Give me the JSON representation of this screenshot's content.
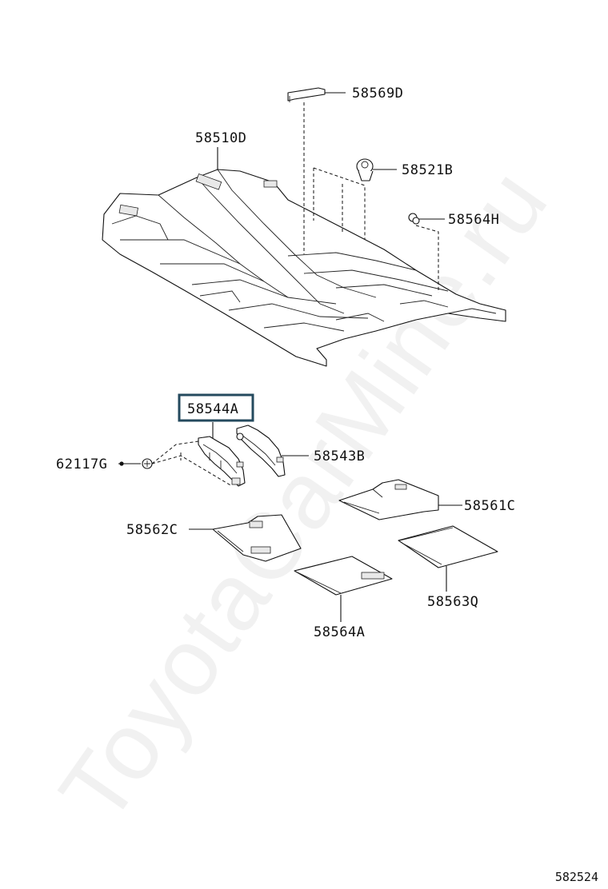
{
  "watermark": "ToyotaCarMine.ru",
  "figure_code": "582524",
  "parts": {
    "p58569D": "58569D",
    "p58510D": "58510D",
    "p58521B": "58521B",
    "p58564H": "58564H",
    "p58544A": "58544A",
    "p62117G": "62117G",
    "p58543B": "58543B",
    "p58561C": "58561C",
    "p58562C": "58562C",
    "p58563Q": "58563Q",
    "p58564A": "58564A"
  },
  "highlighted_part": "58544A",
  "colors": {
    "highlight": "#244a5e",
    "line": "#111111"
  }
}
